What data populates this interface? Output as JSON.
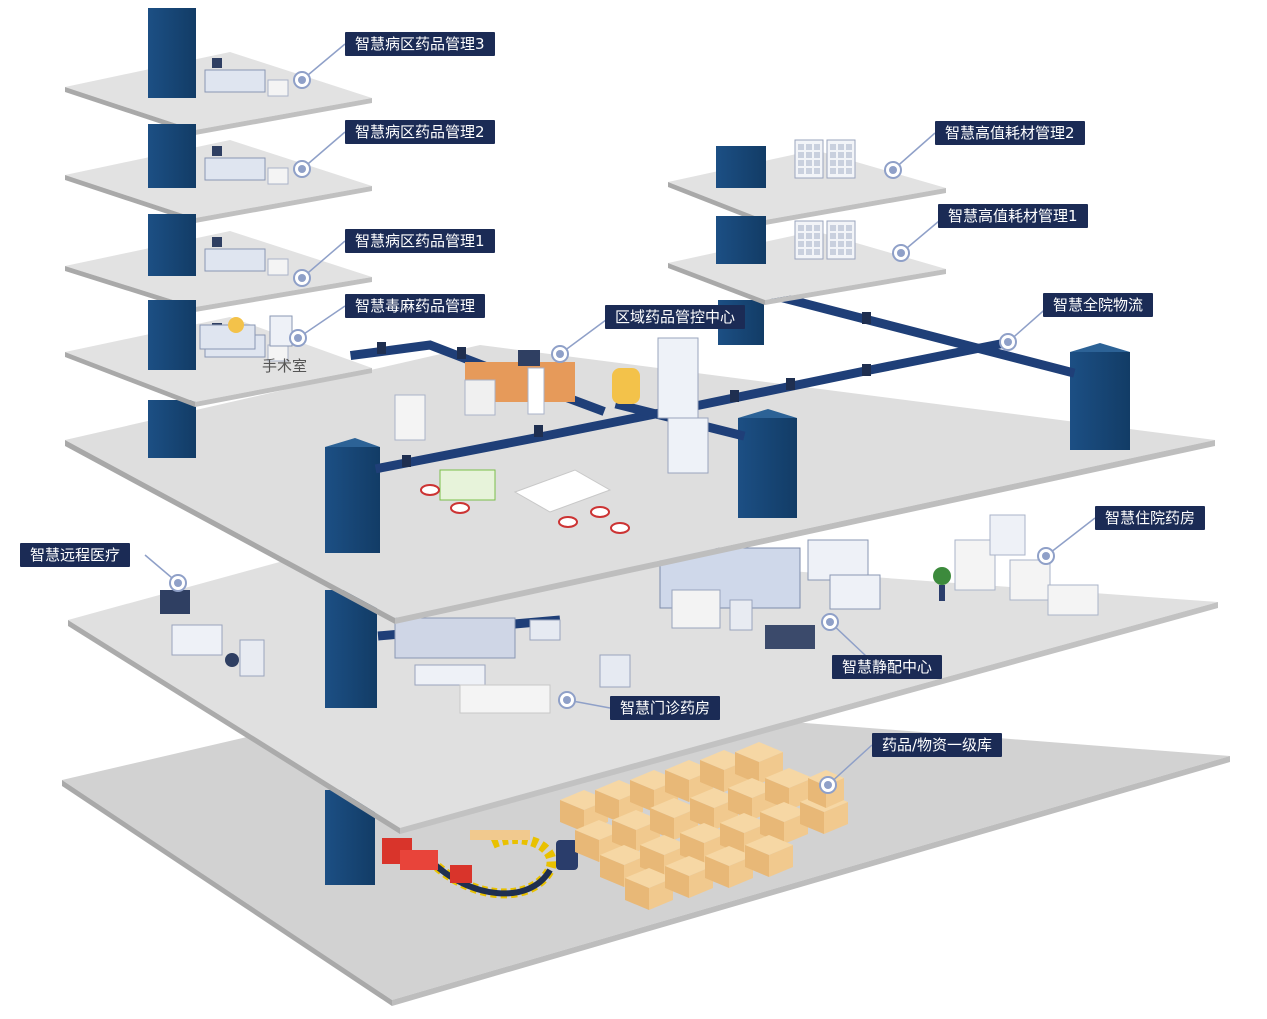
{
  "labels": {
    "ward3": "智慧病区药品管理3",
    "ward2": "智慧病区药品管理2",
    "ward1": "智慧病区药品管理1",
    "narcotic": "智慧毒麻药品管理",
    "regional_center": "区域药品管控中心",
    "consumable2": "智慧高值耗材管理2",
    "consumable1": "智慧高值耗材管理1",
    "logistics": "智慧全院物流",
    "inpatient_pharmacy": "智慧住院药房",
    "remote_medical": "智慧远程医疗",
    "iv_center": "智慧静配中心",
    "outpatient_pharmacy": "智慧门诊药房",
    "warehouse": "药品/物资一级库",
    "operating_room": "手术室"
  },
  "colors": {
    "pillar": "#1a4a7a",
    "pillar_dark": "#0f3358",
    "pillar_light": "#2c6296",
    "floor_top": "#e3e3e3",
    "floor_edge": "#b8b8b8",
    "callout_bg": "#1b2b55",
    "pipe": "#1f3f78",
    "marker": "#8fa0c8",
    "box": "#f1c98e"
  }
}
